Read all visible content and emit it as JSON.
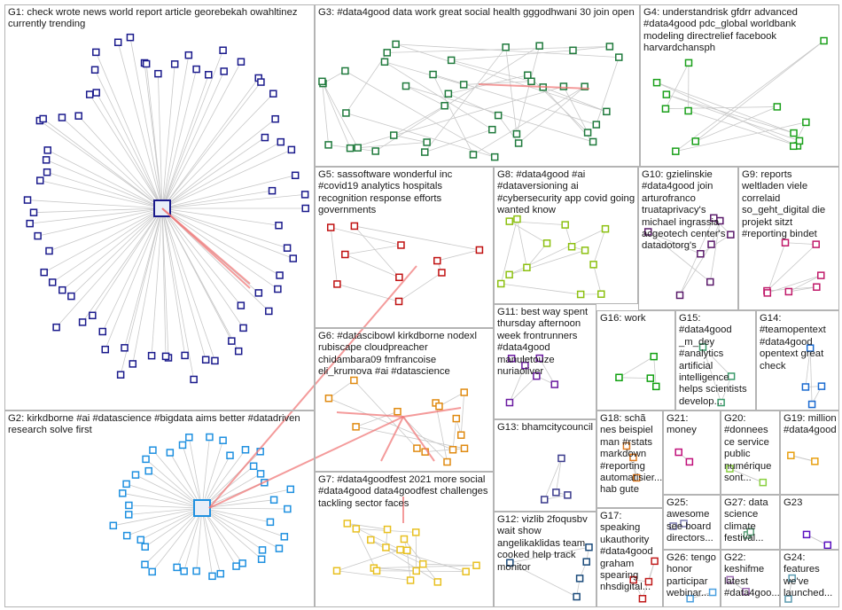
{
  "groups": [
    {
      "id": "G1",
      "label": "G1: check wrote news world report article georebekah owahltinez currently trending",
      "color": "#1a1a8c"
    },
    {
      "id": "G2",
      "label": "G2: kirkdborne #ai #datascience #bigdata aims better #datadriven research solve first",
      "color": "#1e90e0"
    },
    {
      "id": "G3",
      "label": "G3: #data4good data work great social health gggodhwani 30 join open",
      "color": "#1f7a3c"
    },
    {
      "id": "G4",
      "label": "G4: understandrisk gfdrr advanced #data4good pdc_global worldbank modeling directrelief facebook harvardchansph",
      "color": "#1aa01a"
    },
    {
      "id": "G5",
      "label": "G5: sassoftware wonderful inc #covid19 analytics hospitals recognition response efforts governments",
      "color": "#c01010"
    },
    {
      "id": "G8",
      "label": "G8: #data4good #ai #dataversioning ai #cybersecurity app covid going wanted know",
      "color": "#8cc010"
    },
    {
      "id": "G10",
      "label": "G10: gzielinskie #data4good join arturofranco truataprivacy's michael ingrassia acgeotech center's datadotorg's",
      "color": "#5a1a6a"
    },
    {
      "id": "G9",
      "label": "G9: reports weltladen viele correlaid so_geht_digital die projekt sitzt #reporting bindet",
      "color": "#c01a6a"
    },
    {
      "id": "G6",
      "label": "G6: #datascibowl kirkdborne nodexl rubiscape cloudpreacher chidambara09 fmfrancoise eli_krumova #ai #datascience",
      "color": "#e08a10"
    },
    {
      "id": "G7",
      "label": "G7: #data4goodfest 2021 more social #data4good data4goodfest challenges tackling sector faces",
      "color": "#e8c020"
    },
    {
      "id": "G11",
      "label": "G11: best way spent thursday afternoon week frontrunners #data4good manuletouze nuriaoliver",
      "color": "#6a1aa0"
    },
    {
      "id": "G13",
      "label": "G13: bhamcitycouncil",
      "color": "#3a3a8c"
    },
    {
      "id": "G12",
      "label": "G12: vizlib 2foqusbv wait show angelikaklidas team cooked help track monitor",
      "color": "#1a4a7a"
    },
    {
      "id": "G16",
      "label": "G16: work",
      "color": "#10a010"
    },
    {
      "id": "G15",
      "label": "G15: #data4good _m_dey #analytics artificial intelligence helps scientists develop...",
      "color": "#3a9a6a"
    },
    {
      "id": "G14",
      "label": "G14: #teamopentext #data4good opentext great check",
      "color": "#1a6ad0"
    },
    {
      "id": "G18",
      "label": "G18: schã nes beispiel man #rstats markdown #reporting automatisier... hab gute",
      "color": "#e07a20"
    },
    {
      "id": "G17",
      "label": "G17: speaking ukauthority #data4good graham spearing nhsdigital...",
      "color": "#c01a1a"
    },
    {
      "id": "G21",
      "label": "G21: money",
      "color": "#c0107a"
    },
    {
      "id": "G20",
      "label": "G20: #donnees ce service public numérique sont...",
      "color": "#8ad040"
    },
    {
      "id": "G19",
      "label": "G19: million #data4good",
      "color": "#e8a010"
    },
    {
      "id": "G25",
      "label": "G25: awesome see board directors...",
      "color": "#7a7ab0"
    },
    {
      "id": "G27",
      "label": "G27: data science climate festival...",
      "color": "#5aa07a"
    },
    {
      "id": "G23",
      "label": "G23",
      "color": "#5a10c0"
    },
    {
      "id": "G26",
      "label": "G26: tengo honor participar webinar...",
      "color": "#4aa0e0"
    },
    {
      "id": "G22",
      "label": "G22: keshifme latest #data4goo...",
      "color": "#9a6ab0"
    },
    {
      "id": "G24",
      "label": "G24: features we've launched...",
      "color": "#5a9ab0"
    }
  ]
}
